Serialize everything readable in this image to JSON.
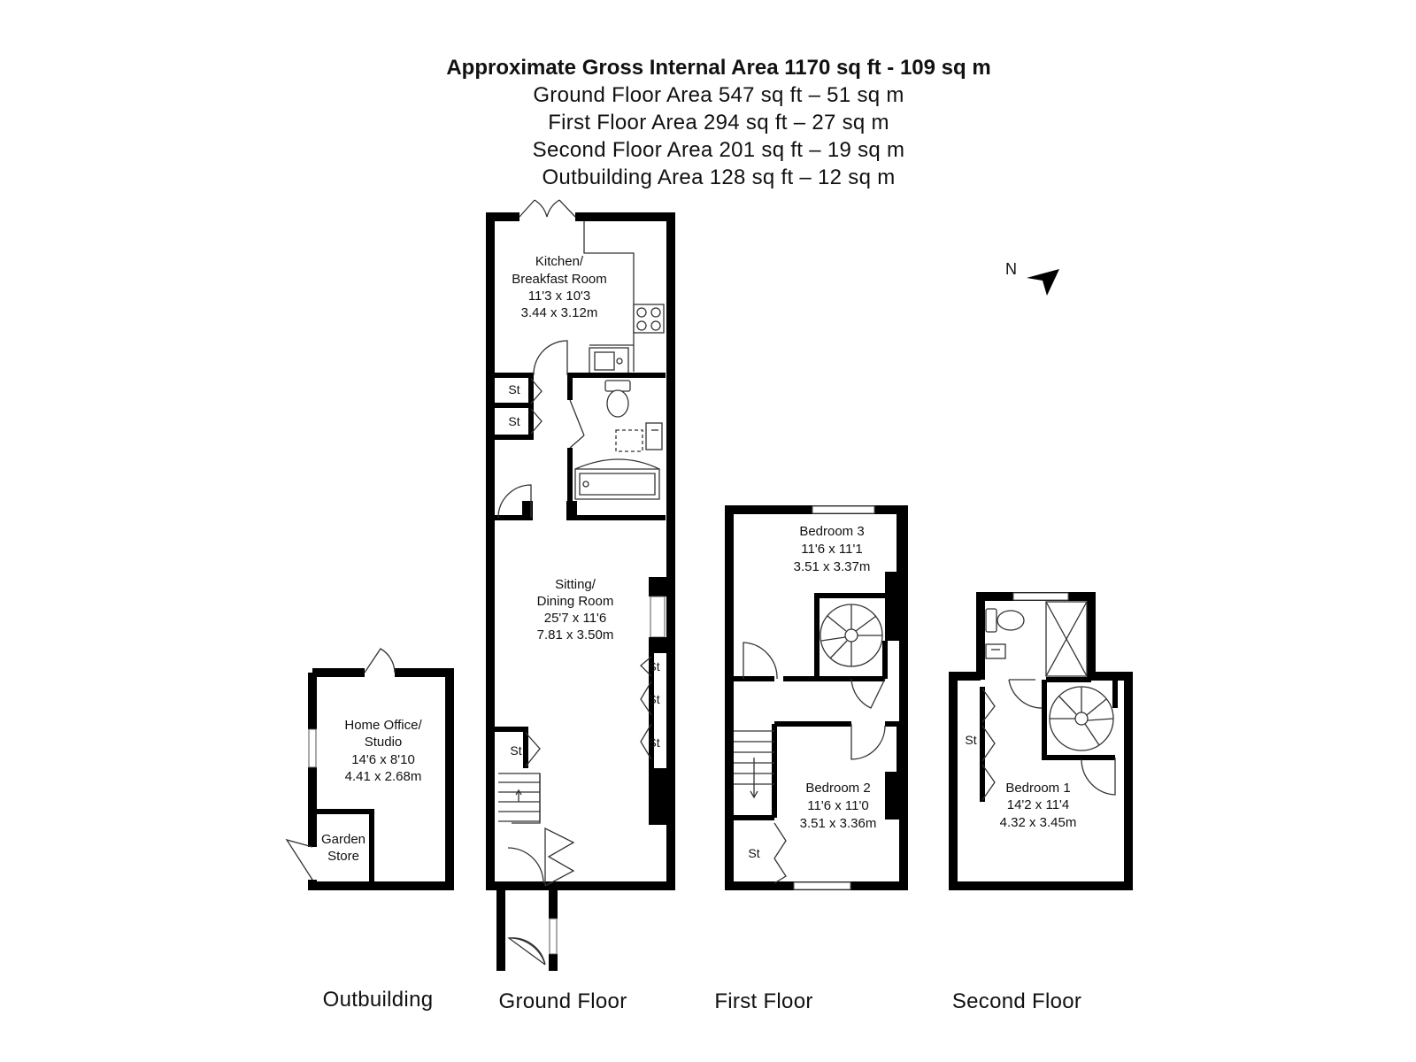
{
  "header": {
    "gross": "Approximate Gross Internal Area 1170 sq ft - 109 sq m",
    "ground": "Ground Floor Area 547 sq ft – 51 sq m",
    "first": "First Floor Area 294 sq ft – 27 sq m",
    "second": "Second Floor Area 201 sq ft – 19 sq m",
    "outbuilding": "Outbuilding Area 128 sq ft – 12 sq m"
  },
  "compass": {
    "label": "N"
  },
  "floors": {
    "outbuilding": "Outbuilding",
    "ground": "Ground Floor",
    "first": "First Floor",
    "second": "Second Floor"
  },
  "rooms": {
    "kitchen": {
      "line1": "Kitchen/",
      "line2": "Breakfast Room",
      "imperial": "11'3 x 10'3",
      "metric": "3.44 x 3.12m"
    },
    "sitting": {
      "line1": "Sitting/",
      "line2": "Dining Room",
      "imperial": "25'7 x 11'6",
      "metric": "7.81 x 3.50m"
    },
    "office": {
      "line1": "Home Office/",
      "line2": "Studio",
      "imperial": "14'6 x 8'10",
      "metric": "4.41 x 2.68m"
    },
    "garden_store": {
      "line1": "Garden",
      "line2": "Store"
    },
    "bedroom3": {
      "name": "Bedroom 3",
      "imperial": "11'6 x 11'1",
      "metric": "3.51 x 3.37m"
    },
    "bedroom2": {
      "name": "Bedroom 2",
      "imperial": "11'6 x 11'0",
      "metric": "3.51 x 3.36m"
    },
    "bedroom1": {
      "name": "Bedroom 1",
      "imperial": "14'2 x 11'4",
      "metric": "4.32 x 3.45m"
    }
  },
  "storage": {
    "label": "St"
  }
}
